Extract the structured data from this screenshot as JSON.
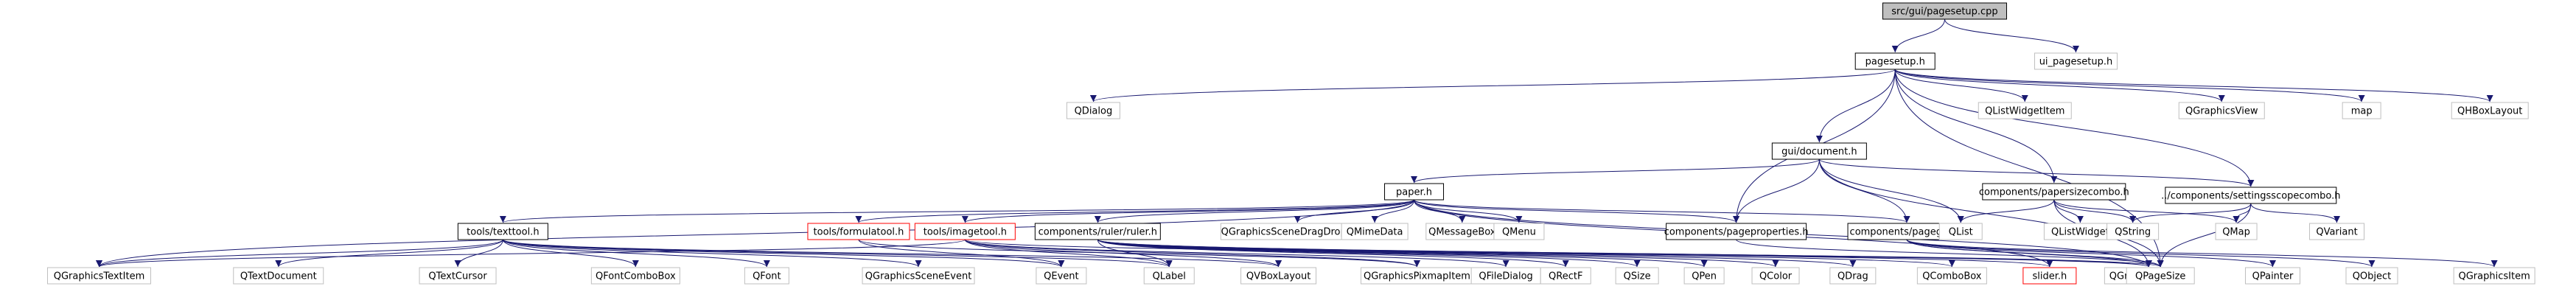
{
  "graph": {
    "nodes": [
      {
        "id": "src/gui/pagesetup.cpp",
        "label": "src/gui/pagesetup.cpp",
        "style": "root"
      },
      {
        "id": "pagesetup.h",
        "label": "pagesetup.h",
        "style": "local"
      },
      {
        "id": "ui_pagesetup.h",
        "label": "ui_pagesetup.h",
        "style": "external"
      },
      {
        "id": "QDialog",
        "label": "QDialog",
        "style": "external"
      },
      {
        "id": "gui/document.h",
        "label": "gui/document.h",
        "style": "local"
      },
      {
        "id": "QListWidgetItem",
        "label": "QListWidgetItem",
        "style": "external"
      },
      {
        "id": "QGraphicsView",
        "label": "QGraphicsView",
        "style": "external"
      },
      {
        "id": "map",
        "label": "map",
        "style": "external"
      },
      {
        "id": "QHBoxLayout",
        "label": "QHBoxLayout",
        "style": "external"
      },
      {
        "id": "paper.h",
        "label": "paper.h",
        "style": "local"
      },
      {
        "id": "components/papersizecombo.h",
        "label": "components/papersizecombo.h",
        "style": "local"
      },
      {
        "id": "../components/settingsscopecombo.h",
        "label": "../components/settingsscopecombo.h",
        "style": "local"
      },
      {
        "id": "tools/texttool.h",
        "label": "tools/texttool.h",
        "style": "local"
      },
      {
        "id": "tools/formulatool.h",
        "label": "tools/formulatool.h",
        "style": "truncated"
      },
      {
        "id": "tools/imagetool.h",
        "label": "tools/imagetool.h",
        "style": "truncated"
      },
      {
        "id": "components/ruler/ruler.h",
        "label": "components/ruler/ruler.h",
        "style": "local"
      },
      {
        "id": "QGraphicsSceneDragDropEvent",
        "label": "QGraphicsSceneDragDropEvent",
        "style": "external"
      },
      {
        "id": "QMimeData",
        "label": "QMimeData",
        "style": "external"
      },
      {
        "id": "QMessageBox",
        "label": "QMessageBox",
        "style": "external"
      },
      {
        "id": "QMenu",
        "label": "QMenu",
        "style": "external"
      },
      {
        "id": "components/pageproperties.h",
        "label": "components/pageproperties.h",
        "style": "local"
      },
      {
        "id": "components/pagegrid.h",
        "label": "components/pagegrid.h",
        "style": "local"
      },
      {
        "id": "QList",
        "label": "QList",
        "style": "external"
      },
      {
        "id": "QListWidget",
        "label": "QListWidget",
        "style": "external"
      },
      {
        "id": "QString",
        "label": "QString",
        "style": "external"
      },
      {
        "id": "QMap",
        "label": "QMap",
        "style": "external"
      },
      {
        "id": "QVariant",
        "label": "QVariant",
        "style": "external"
      },
      {
        "id": "QGraphicsTextItem",
        "label": "QGraphicsTextItem",
        "style": "external"
      },
      {
        "id": "QTextDocument",
        "label": "QTextDocument",
        "style": "external"
      },
      {
        "id": "QTextCursor",
        "label": "QTextCursor",
        "style": "external"
      },
      {
        "id": "QFontComboBox",
        "label": "QFontComboBox",
        "style": "external"
      },
      {
        "id": "QFont",
        "label": "QFont",
        "style": "external"
      },
      {
        "id": "QGraphicsSceneEvent",
        "label": "QGraphicsSceneEvent",
        "style": "external"
      },
      {
        "id": "QEvent",
        "label": "QEvent",
        "style": "external"
      },
      {
        "id": "QLabel",
        "label": "QLabel",
        "style": "external"
      },
      {
        "id": "QVBoxLayout",
        "label": "QVBoxLayout",
        "style": "external"
      },
      {
        "id": "QGraphicsPixmapItem",
        "label": "QGraphicsPixmapItem",
        "style": "external"
      },
      {
        "id": "QFileDialog",
        "label": "QFileDialog",
        "style": "external"
      },
      {
        "id": "QRectF",
        "label": "QRectF",
        "style": "external"
      },
      {
        "id": "QSize",
        "label": "QSize",
        "style": "external"
      },
      {
        "id": "QPen",
        "label": "QPen",
        "style": "external"
      },
      {
        "id": "QColor",
        "label": "QColor",
        "style": "external"
      },
      {
        "id": "QDrag",
        "label": "QDrag",
        "style": "external"
      },
      {
        "id": "QComboBox",
        "label": "QComboBox",
        "style": "external"
      },
      {
        "id": "slider.h",
        "label": "slider.h",
        "style": "truncated"
      },
      {
        "id": "QGraphicsScene",
        "label": "QGraphicsScene",
        "style": "external"
      },
      {
        "id": "QPageSize",
        "label": "QPageSize",
        "style": "external"
      },
      {
        "id": "QPainter",
        "label": "QPainter",
        "style": "external"
      },
      {
        "id": "QObject",
        "label": "QObject",
        "style": "external"
      },
      {
        "id": "QGraphicsItem",
        "label": "QGraphicsItem",
        "style": "external"
      }
    ],
    "edges": [
      [
        "src/gui/pagesetup.cpp",
        "pagesetup.h"
      ],
      [
        "src/gui/pagesetup.cpp",
        "ui_pagesetup.h"
      ],
      [
        "pagesetup.h",
        "QDialog"
      ],
      [
        "pagesetup.h",
        "gui/document.h"
      ],
      [
        "pagesetup.h",
        "QListWidgetItem"
      ],
      [
        "pagesetup.h",
        "QGraphicsView"
      ],
      [
        "pagesetup.h",
        "map"
      ],
      [
        "pagesetup.h",
        "QHBoxLayout"
      ],
      [
        "pagesetup.h",
        "components/papersizecombo.h"
      ],
      [
        "pagesetup.h",
        "../components/settingsscopecombo.h"
      ],
      [
        "pagesetup.h",
        "components/pageproperties.h"
      ],
      [
        "pagesetup.h",
        "QPageSize"
      ],
      [
        "gui/document.h",
        "paper.h"
      ],
      [
        "gui/document.h",
        "components/pageproperties.h"
      ],
      [
        "gui/document.h",
        "components/pagegrid.h"
      ],
      [
        "gui/document.h",
        "QList"
      ],
      [
        "gui/document.h",
        "../components/settingsscopecombo.h"
      ],
      [
        "gui/document.h",
        "QGraphicsScene"
      ],
      [
        "paper.h",
        "tools/texttool.h"
      ],
      [
        "paper.h",
        "tools/formulatool.h"
      ],
      [
        "paper.h",
        "tools/imagetool.h"
      ],
      [
        "paper.h",
        "components/ruler/ruler.h"
      ],
      [
        "paper.h",
        "QGraphicsSceneDragDropEvent"
      ],
      [
        "paper.h",
        "QMimeData"
      ],
      [
        "paper.h",
        "QMessageBox"
      ],
      [
        "paper.h",
        "QMenu"
      ],
      [
        "paper.h",
        "components/pageproperties.h"
      ],
      [
        "paper.h",
        "components/pagegrid.h"
      ],
      [
        "paper.h",
        "QGraphicsScene"
      ],
      [
        "paper.h",
        "QGraphicsTextItem"
      ],
      [
        "paper.h",
        "slider.h"
      ],
      [
        "components/papersizecombo.h",
        "QList"
      ],
      [
        "components/papersizecombo.h",
        "QListWidget"
      ],
      [
        "components/papersizecombo.h",
        "QString"
      ],
      [
        "components/papersizecombo.h",
        "QMap"
      ],
      [
        "components/papersizecombo.h",
        "QPageSize"
      ],
      [
        "../components/settingsscopecombo.h",
        "QString"
      ],
      [
        "../components/settingsscopecombo.h",
        "QMap"
      ],
      [
        "../components/settingsscopecombo.h",
        "QVariant"
      ],
      [
        "../components/settingsscopecombo.h",
        "QPageSize"
      ],
      [
        "tools/texttool.h",
        "QGraphicsTextItem"
      ],
      [
        "tools/texttool.h",
        "QTextDocument"
      ],
      [
        "tools/texttool.h",
        "QTextCursor"
      ],
      [
        "tools/texttool.h",
        "QFontComboBox"
      ],
      [
        "tools/texttool.h",
        "QFont"
      ],
      [
        "tools/texttool.h",
        "QGraphicsSceneEvent"
      ],
      [
        "tools/texttool.h",
        "QEvent"
      ],
      [
        "tools/texttool.h",
        "QLabel"
      ],
      [
        "tools/texttool.h",
        "QVBoxLayout"
      ],
      [
        "tools/formulatool.h",
        "QGraphicsPixmapItem"
      ],
      [
        "tools/formulatool.h",
        "QEvent"
      ],
      [
        "tools/imagetool.h",
        "QGraphicsPixmapItem"
      ],
      [
        "tools/imagetool.h",
        "QFileDialog"
      ],
      [
        "tools/imagetool.h",
        "QLabel"
      ],
      [
        "tools/imagetool.h",
        "QVBoxLayout"
      ],
      [
        "tools/imagetool.h",
        "QGraphicsScene"
      ],
      [
        "tools/imagetool.h",
        "QGraphicsTextItem"
      ],
      [
        "components/ruler/ruler.h",
        "QRectF"
      ],
      [
        "components/ruler/ruler.h",
        "QSize"
      ],
      [
        "components/ruler/ruler.h",
        "QPen"
      ],
      [
        "components/ruler/ruler.h",
        "QColor"
      ],
      [
        "components/ruler/ruler.h",
        "QDrag"
      ],
      [
        "components/ruler/ruler.h",
        "QComboBox"
      ],
      [
        "components/ruler/ruler.h",
        "slider.h"
      ],
      [
        "components/ruler/ruler.h",
        "QPageSize"
      ],
      [
        "components/ruler/ruler.h",
        "QLabel"
      ],
      [
        "components/ruler/ruler.h",
        "QGraphicsScene"
      ],
      [
        "components/pageproperties.h",
        "QPageSize"
      ],
      [
        "components/pagegrid.h",
        "QGraphicsScene"
      ],
      [
        "components/pagegrid.h",
        "QPageSize"
      ],
      [
        "components/pagegrid.h",
        "QPainter"
      ],
      [
        "components/pagegrid.h",
        "QObject"
      ],
      [
        "components/pagegrid.h",
        "QGraphicsItem"
      ]
    ]
  },
  "colors": {
    "root_fill": "#bfbfbf",
    "node_fill": "#ffffff",
    "local_border": "#000000",
    "external_border": "#bfbfbf",
    "truncated_border": "#ff0000",
    "edge": "#191970"
  }
}
